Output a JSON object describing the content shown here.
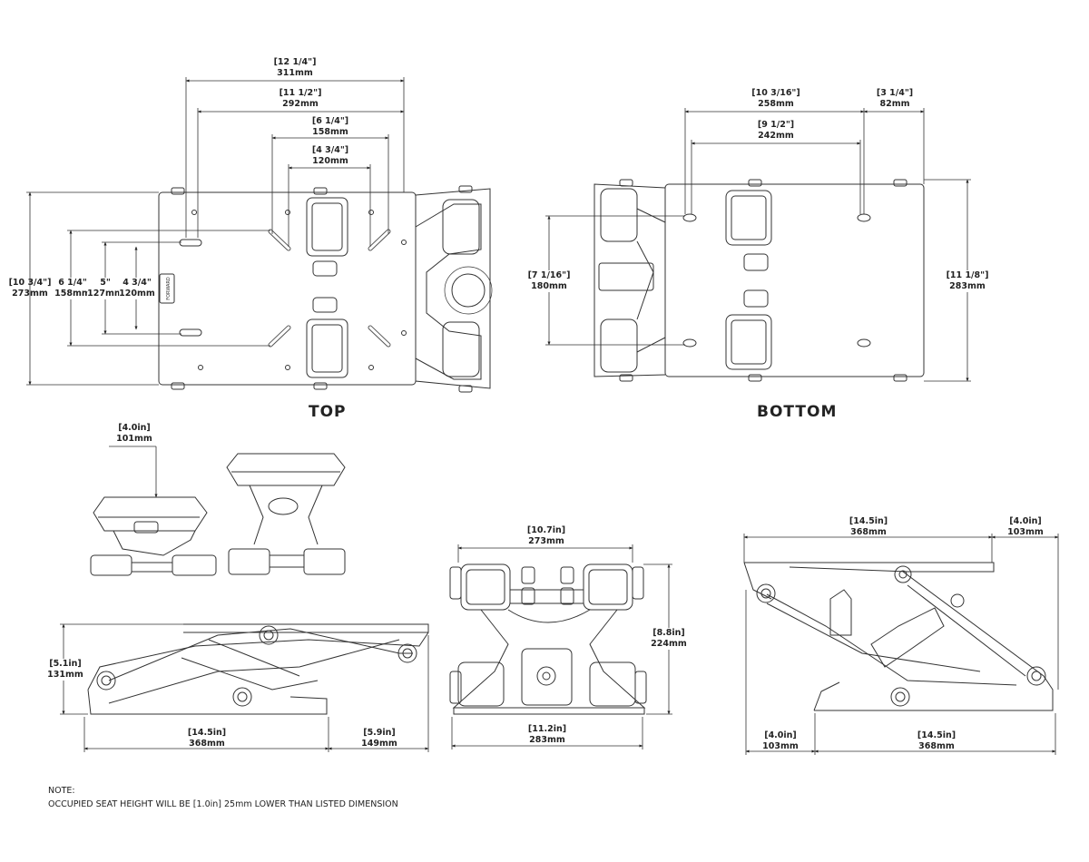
{
  "views": {
    "top": "TOP",
    "bottom": "BOTTOM"
  },
  "dimensions": {
    "top_overall_width": {
      "in": "[12 1/4\"]",
      "mm": "311mm"
    },
    "top_hole_span": {
      "in": "[11 1/2\"]",
      "mm": "292mm"
    },
    "top_slot_span_outer": {
      "in": "[6 1/4\"]",
      "mm": "158mm"
    },
    "top_slot_span_inner": {
      "in": "[4 3/4\"]",
      "mm": "120mm"
    },
    "top_overall_depth": {
      "in": "[10 3/4\"]",
      "mm": "273mm"
    },
    "top_v_158": {
      "in": "6 1/4\"",
      "mm": "158mm"
    },
    "top_v_127": {
      "in": "5\"",
      "mm": "127mm"
    },
    "top_v_120": {
      "in": "4 3/4\"",
      "mm": "120mm"
    },
    "bottom_hole_span_outer": {
      "in": "[10 3/16\"]",
      "mm": "258mm"
    },
    "bottom_offset": {
      "in": "[3 1/4\"]",
      "mm": "82mm"
    },
    "bottom_hole_span_inner": {
      "in": "[9 1/2\"]",
      "mm": "242mm"
    },
    "bottom_v_180": {
      "in": "[7 1/16\"]",
      "mm": "180mm"
    },
    "bottom_overall_depth": {
      "in": "[11 1/8\"]",
      "mm": "283mm"
    },
    "lowered_height": {
      "in": "[4.0in]",
      "mm": "101mm"
    },
    "front_top_width": {
      "in": "[10.7in]",
      "mm": "273mm"
    },
    "front_height": {
      "in": "[8.8in]",
      "mm": "224mm"
    },
    "front_base_width": {
      "in": "[11.2in]",
      "mm": "283mm"
    },
    "side_low_height": {
      "in": "[5.1in]",
      "mm": "131mm"
    },
    "side_low_length": {
      "in": "[14.5in]",
      "mm": "368mm"
    },
    "side_low_overhang": {
      "in": "[5.9in]",
      "mm": "149mm"
    },
    "side_high_top_length": {
      "in": "[14.5in]",
      "mm": "368mm"
    },
    "side_high_top_overhang": {
      "in": "[4.0in]",
      "mm": "103mm"
    },
    "side_high_base_overhang": {
      "in": "[4.0in]",
      "mm": "103mm"
    },
    "side_high_base_length": {
      "in": "[14.5in]",
      "mm": "368mm"
    }
  },
  "part_marks": {
    "forward_tag": "FORWARD"
  },
  "note": {
    "heading": "NOTE:",
    "text": "OCCUPIED SEAT HEIGHT WILL BE [1.0in] 25mm LOWER THAN LISTED DIMENSION"
  }
}
